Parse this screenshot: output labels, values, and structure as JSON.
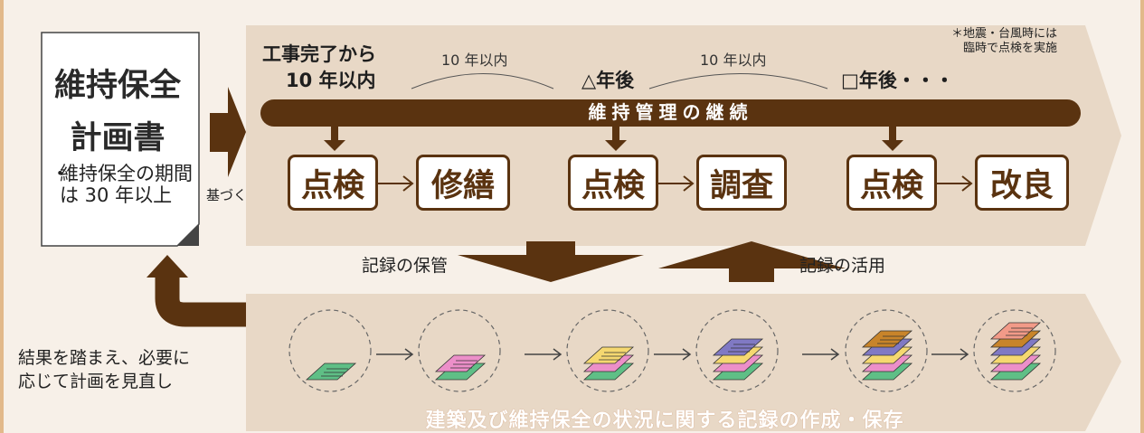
{
  "plan": {
    "title_line1": "維持保全",
    "title_line2": "計画書",
    "note_bullet": "・",
    "note": "維持保全の期間は 30 年以上"
  },
  "based_on": "基づく",
  "timeline": {
    "start_line1": "工事完了から",
    "start_line2": "10 年以内",
    "interval1": "10 年以内",
    "mid": "△年後",
    "interval2": "10 年以内",
    "end": "□年後・・・",
    "disaster_note_line1": "＊地震・台風時には",
    "disaster_note_line2": "臨時で点検を実施"
  },
  "maintenance_bar": "維持管理の継続",
  "steps": [
    "点検",
    "修繕",
    "点検",
    "調査",
    "点検",
    "改良"
  ],
  "records": {
    "store": "記録の保管",
    "use": "記録の活用"
  },
  "review_line1": "結果を踏まえ、必要に",
  "review_line2": "応じて計画を見直し",
  "footer": "建築及び維持保全の状況に関する記録の作成・保存",
  "colors": {
    "brown": "#5a3310",
    "band": "#e8d8c6",
    "frame": "#e2b98a",
    "doc_green": "#5fbf86",
    "doc_pink": "#ec8fc9",
    "doc_yellow": "#f5d870",
    "doc_purple": "#8079c4",
    "doc_orange": "#c8842a",
    "doc_salmon": "#f29a88"
  }
}
